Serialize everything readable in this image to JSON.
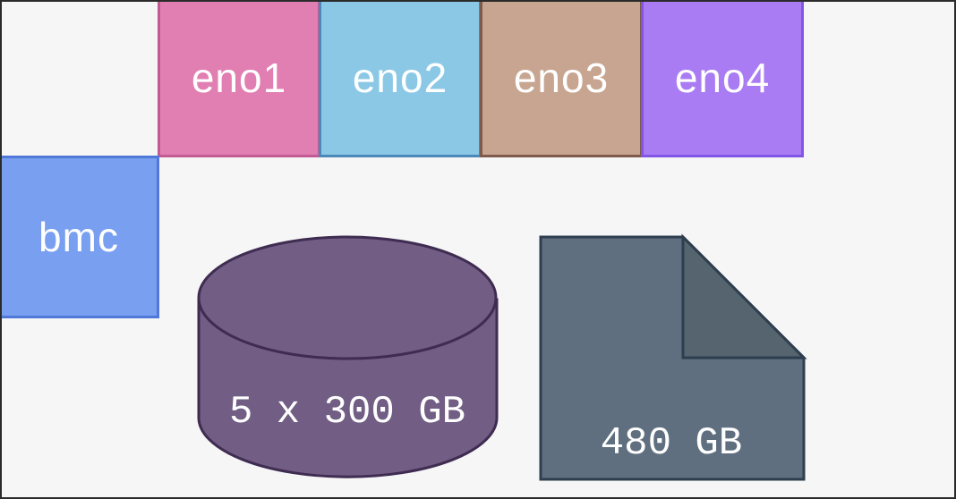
{
  "ports": {
    "eno1": "eno1",
    "eno2": "eno2",
    "eno3": "eno3",
    "eno4": "eno4",
    "bmc": "bmc"
  },
  "storage": {
    "disk_array_label": "5 x 300 GB",
    "file_label": "480 GB"
  },
  "colors": {
    "eno1": "#e17eb2",
    "eno2": "#8ac8e6",
    "eno3": "#c7a591",
    "eno4": "#aa7cf4",
    "bmc": "#799ff0",
    "disk": "#725d85",
    "file": "#5f6f7f",
    "background": "#f6f6f6"
  },
  "icons": {
    "disk": "database-cylinder-icon",
    "file": "document-folded-corner-icon"
  }
}
